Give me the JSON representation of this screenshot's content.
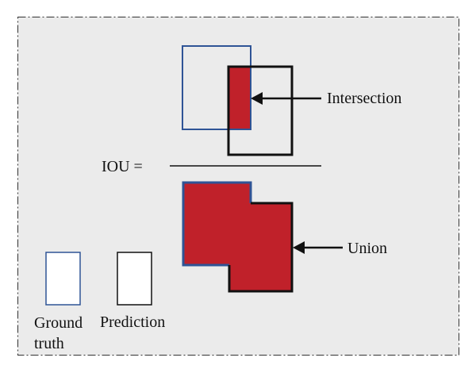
{
  "labels": {
    "intersection": "Intersection",
    "iou": "IOU =",
    "union": "Union",
    "ground_truth": "Ground truth",
    "prediction": "Prediction"
  },
  "colors": {
    "background": "#ebebeb",
    "frame": "#333333",
    "ground_truth_box": "#2f5496",
    "prediction_box": "#111111",
    "fill": "#c0212a"
  }
}
